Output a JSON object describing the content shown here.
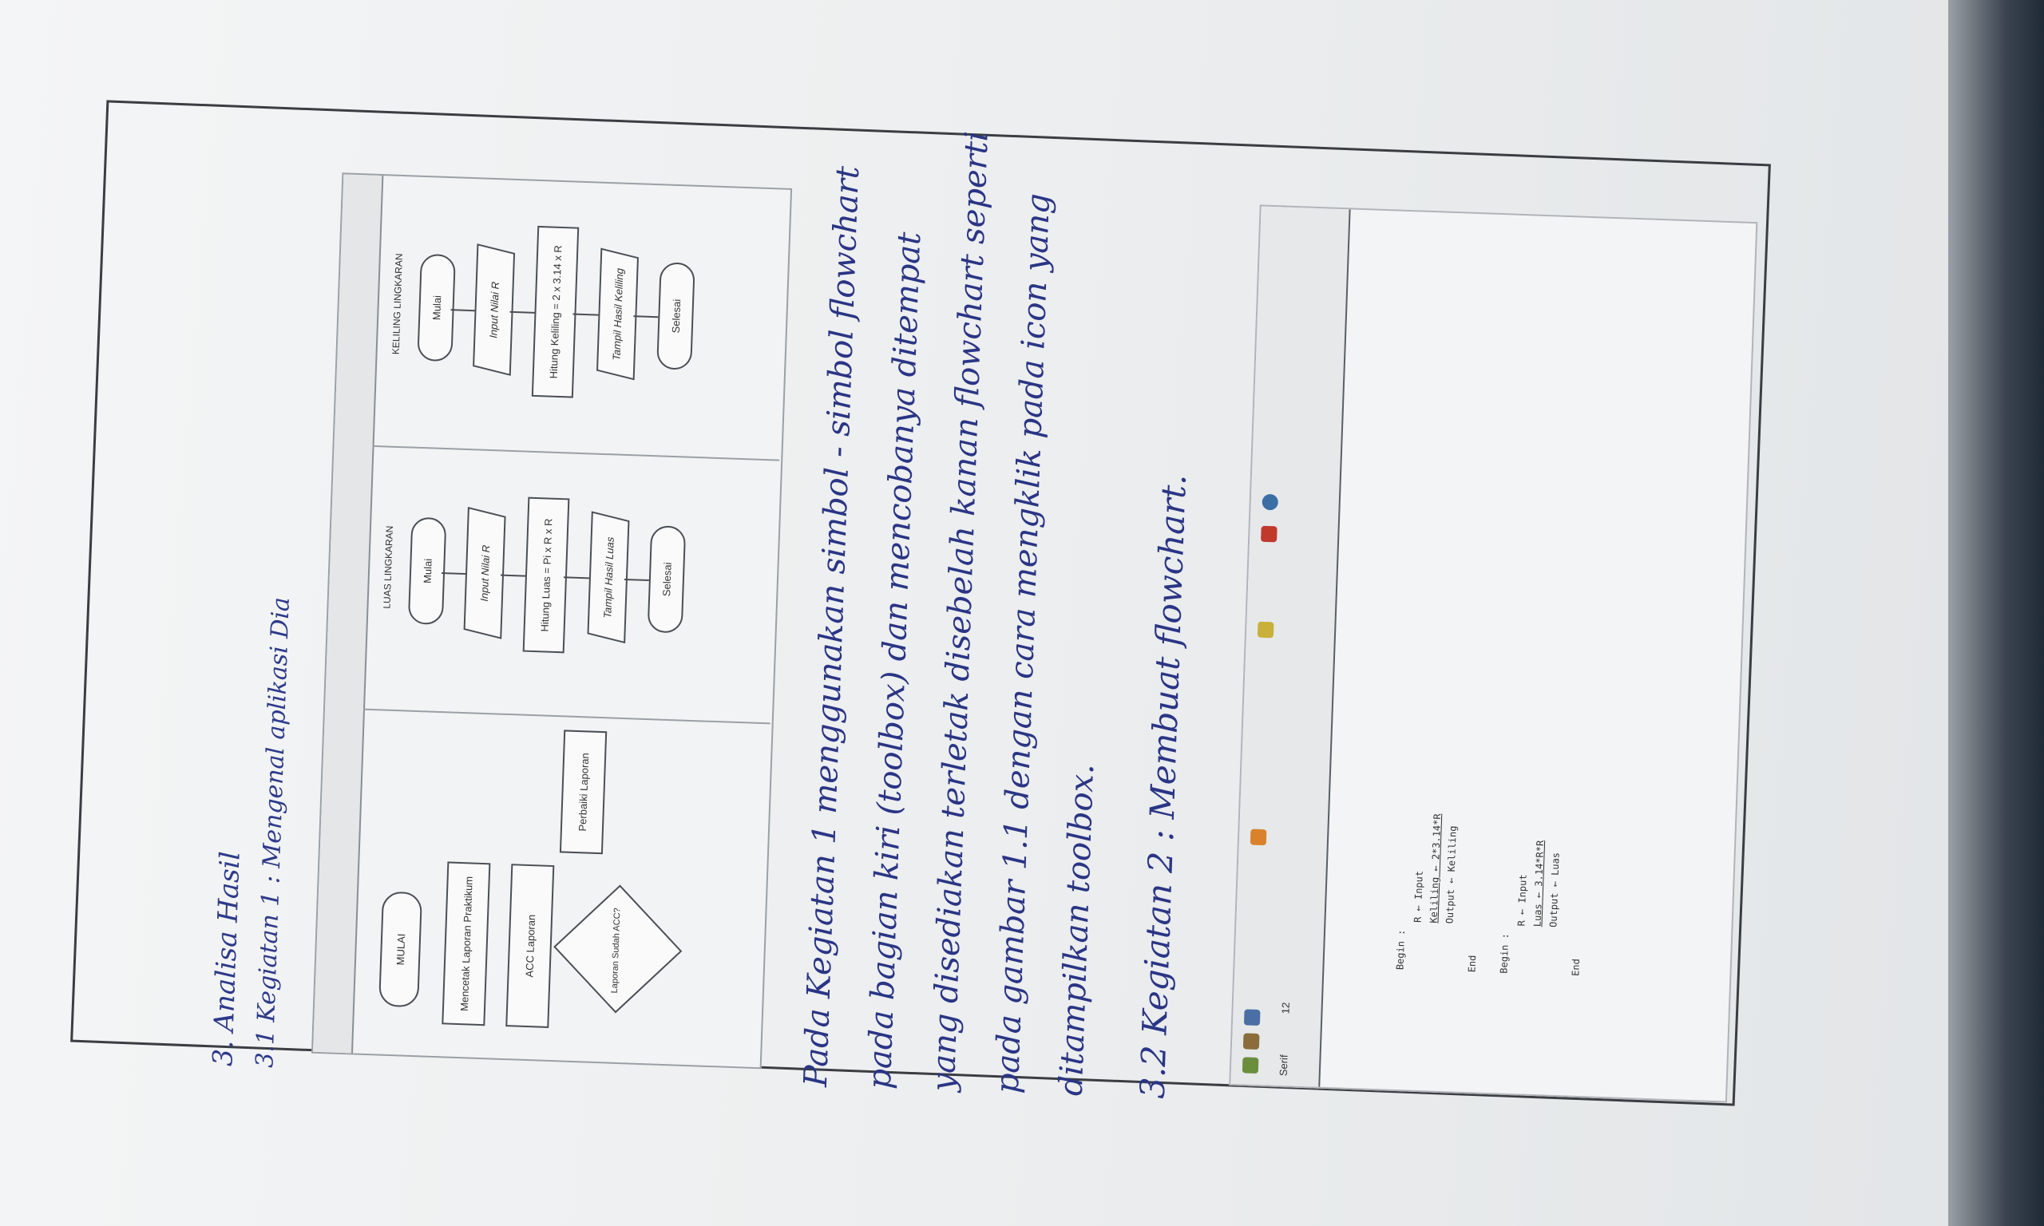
{
  "document": {
    "section_title": "3. Analisa Hasil",
    "subsection_title": "3.1 Kegiatan 1 : Mengenal aplikasi Dia",
    "flowchart": {
      "lane_titles": [
        "LUAS LINGKARAN",
        "KELILING LINGKARAN"
      ],
      "left_nodes": [
        "MULAI",
        "Mencetak Laporan Praktikum",
        "ACC Laporan",
        "Laporan Sudah ACC?",
        "Perbaiki Laporan"
      ],
      "luas_nodes": [
        "Mulai",
        "Input Nilai R",
        "Hitung Luas = Pi x R x R",
        "Tampil Hasil Luas",
        "Selesai"
      ],
      "keliling_nodes": [
        "Mulai",
        "Input Nilai R",
        "Hitung Keliling = 2 x 3.14 x R",
        "Tampil Hasil Keliling",
        "Selesai"
      ]
    },
    "paragraph_lines": [
      "Pada Kegiatan 1 menggunakan simbol - simbol flowchart",
      "pada bagian kiri (toolbox) dan mencobanya ditempat",
      "yang disediakan terletak disebelah kanan flowchart seperti",
      "pada gambar 1.1 dengan cara mengklik pada icon yang",
      "ditampilkan toolbox."
    ],
    "subsection2_title": "3.2 Kegiatan 2 : Membuat flowchart.",
    "app_screenshot": {
      "font_name": "Serif",
      "font_size": "12",
      "code_lines": [
        "Begin :",
        "R ← Input",
        "Keliling ← 2*3.14*R",
        "Output ← Keliling",
        "End",
        "Begin :",
        "R ← Input",
        "Luas ← 3.14*R*R",
        "Output ← Luas",
        "End"
      ]
    }
  },
  "colors": {
    "ink": "#2a3585",
    "paper": "#eceeef",
    "frame": "#3a3d42"
  }
}
